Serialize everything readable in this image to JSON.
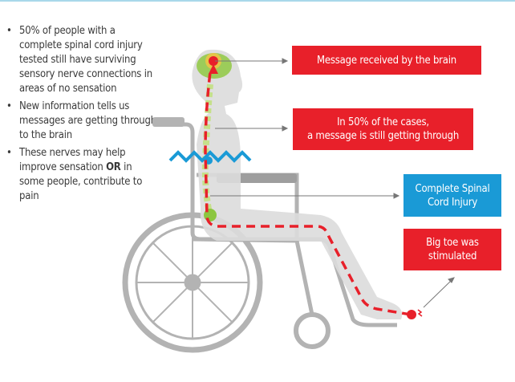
{
  "bullets": [
    {
      "text": "50% of people with a complete spinal cord injury tested still have surviving sensory nerve connections in areas of no sensation"
    },
    {
      "text": "New information tells us messages are getting through to the brain"
    },
    {
      "text_before": "These nerves may help improve sensation ",
      "bold": "OR",
      "text_after": " in some people, contribute to pain"
    }
  ],
  "labels": {
    "brain": "Message received by the brain",
    "message_line1": "In 50% of the cases,",
    "message_line2": "a message is still getting through",
    "injury_line1": "Complete Spinal",
    "injury_line2": "Cord Injury",
    "toe_line1": "Big toe was",
    "toe_line2": "stimulated"
  },
  "colors": {
    "red": "#e8202a",
    "blue": "#1a9ad6",
    "gray": "#a9a9a9",
    "green": "#8cc63f"
  }
}
